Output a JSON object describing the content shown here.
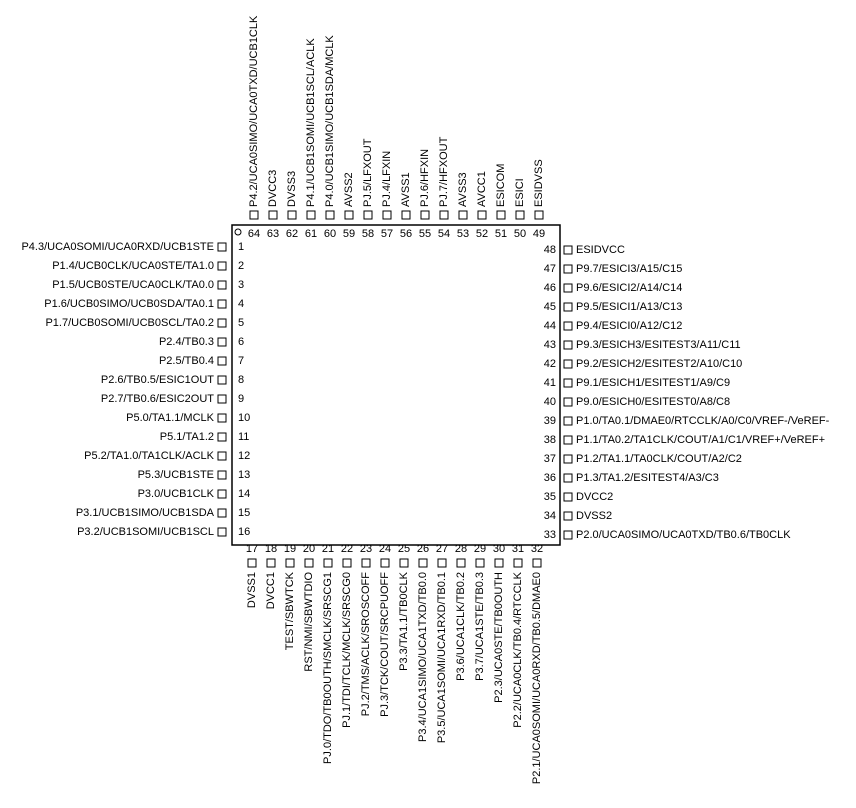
{
  "pins": [
    {
      "num": 1,
      "label": "P4.3/UCA0SOMI/UCA0RXD/UCB1STE"
    },
    {
      "num": 2,
      "label": "P1.4/UCB0CLK/UCA0STE/TA1.0"
    },
    {
      "num": 3,
      "label": "P1.5/UCB0STE/UCA0CLK/TA0.0"
    },
    {
      "num": 4,
      "label": "P1.6/UCB0SIMO/UCB0SDA/TA0.1"
    },
    {
      "num": 5,
      "label": "P1.7/UCB0SOMI/UCB0SCL/TA0.2"
    },
    {
      "num": 6,
      "label": "P2.4/TB0.3"
    },
    {
      "num": 7,
      "label": "P2.5/TB0.4"
    },
    {
      "num": 8,
      "label": "P2.6/TB0.5/ESIC1OUT"
    },
    {
      "num": 9,
      "label": "P2.7/TB0.6/ESIC2OUT"
    },
    {
      "num": 10,
      "label": "P5.0/TA1.1/MCLK"
    },
    {
      "num": 11,
      "label": "P5.1/TA1.2"
    },
    {
      "num": 12,
      "label": "P5.2/TA1.0/TA1CLK/ACLK"
    },
    {
      "num": 13,
      "label": "P5.3/UCB1STE"
    },
    {
      "num": 14,
      "label": "P3.0/UCB1CLK"
    },
    {
      "num": 15,
      "label": "P3.1/UCB1SIMO/UCB1SDA"
    },
    {
      "num": 16,
      "label": "P3.2/UCB1SOMI/UCB1SCL"
    },
    {
      "num": 17,
      "label": "DVSS1"
    },
    {
      "num": 18,
      "label": "DVCC1"
    },
    {
      "num": 19,
      "label": "TEST/SBWTCK"
    },
    {
      "num": 20,
      "label": "RST/NMI/SBWTDIO"
    },
    {
      "num": 21,
      "label": "PJ.0/TDO/TB0OUTH/SMCLK/SRSCG1"
    },
    {
      "num": 22,
      "label": "PJ.1/TDI/TCLK/MCLK/SRSCG0"
    },
    {
      "num": 23,
      "label": "PJ.2/TMS/ACLK/SROSCOFF"
    },
    {
      "num": 24,
      "label": "PJ.3/TCK/COUT/SRCPUOFF"
    },
    {
      "num": 25,
      "label": "P3.3/TA1.1/TB0CLK"
    },
    {
      "num": 26,
      "label": "P3.4/UCA1SIMO/UCA1TXD/TB0.0"
    },
    {
      "num": 27,
      "label": "P3.5/UCA1SOMI/UCA1RXD/TB0.1"
    },
    {
      "num": 28,
      "label": "P3.6/UCA1CLK/TB0.2"
    },
    {
      "num": 29,
      "label": "P3.7/UCA1STE/TB0.3"
    },
    {
      "num": 30,
      "label": "P2.3/UCA0STE/TB0OUTH"
    },
    {
      "num": 31,
      "label": "P2.2/UCA0CLK/TB0.4/RTCCLK"
    },
    {
      "num": 32,
      "label": "P2.1/UCA0SOMI/UCA0RXD/TB0.5/DMAE0"
    },
    {
      "num": 33,
      "label": "P2.0/UCA0SIMO/UCA0TXD/TB0.6/TB0CLK"
    },
    {
      "num": 34,
      "label": "DVSS2"
    },
    {
      "num": 35,
      "label": "DVCC2"
    },
    {
      "num": 36,
      "label": "P1.3/TA1.2/ESITEST4/A3/C3"
    },
    {
      "num": 37,
      "label": "P1.2/TA1.1/TA0CLK/COUT/A2/C2"
    },
    {
      "num": 38,
      "label": "P1.1/TA0.2/TA1CLK/COUT/A1/C1/VREF+/VeREF+"
    },
    {
      "num": 39,
      "label": "P1.0/TA0.1/DMAE0/RTCCLK/A0/C0/VREF-/VeREF-"
    },
    {
      "num": 40,
      "label": "P9.0/ESICH0/ESITEST0/A8/C8"
    },
    {
      "num": 41,
      "label": "P9.1/ESICH1/ESITEST1/A9/C9"
    },
    {
      "num": 42,
      "label": "P9.2/ESICH2/ESITEST2/A10/C10"
    },
    {
      "num": 43,
      "label": "P9.3/ESICH3/ESITEST3/A11/C11"
    },
    {
      "num": 44,
      "label": "P9.4/ESICI0/A12/C12"
    },
    {
      "num": 45,
      "label": "P9.5/ESICI1/A13/C13"
    },
    {
      "num": 46,
      "label": "P9.6/ESICI2/A14/C14"
    },
    {
      "num": 47,
      "label": "P9.7/ESICI3/A15/C15"
    },
    {
      "num": 48,
      "label": "ESIDVCC"
    },
    {
      "num": 49,
      "label": "ESIDVSS"
    },
    {
      "num": 50,
      "label": "ESICI"
    },
    {
      "num": 51,
      "label": "ESICOM"
    },
    {
      "num": 52,
      "label": "AVCC1"
    },
    {
      "num": 53,
      "label": "AVSS3"
    },
    {
      "num": 54,
      "label": "PJ.7/HFXOUT"
    },
    {
      "num": 55,
      "label": "PJ.6/HFXIN"
    },
    {
      "num": 56,
      "label": "AVSS1"
    },
    {
      "num": 57,
      "label": "PJ.4/LFXIN"
    },
    {
      "num": 58,
      "label": "PJ.5/LFXOUT"
    },
    {
      "num": 59,
      "label": "AVSS2"
    },
    {
      "num": 60,
      "label": "P4.0/UCB1SIMO/UCB1SDA/MCLK"
    },
    {
      "num": 61,
      "label": "P4.1/UCB1SOMI/UCB1SCL/ACLK"
    },
    {
      "num": 62,
      "label": "DVSS3"
    },
    {
      "num": 63,
      "label": "DVCC3"
    },
    {
      "num": 64,
      "label": "P4.2/UCA0SIMO/UCA0TXD/UCB1CLK"
    }
  ]
}
